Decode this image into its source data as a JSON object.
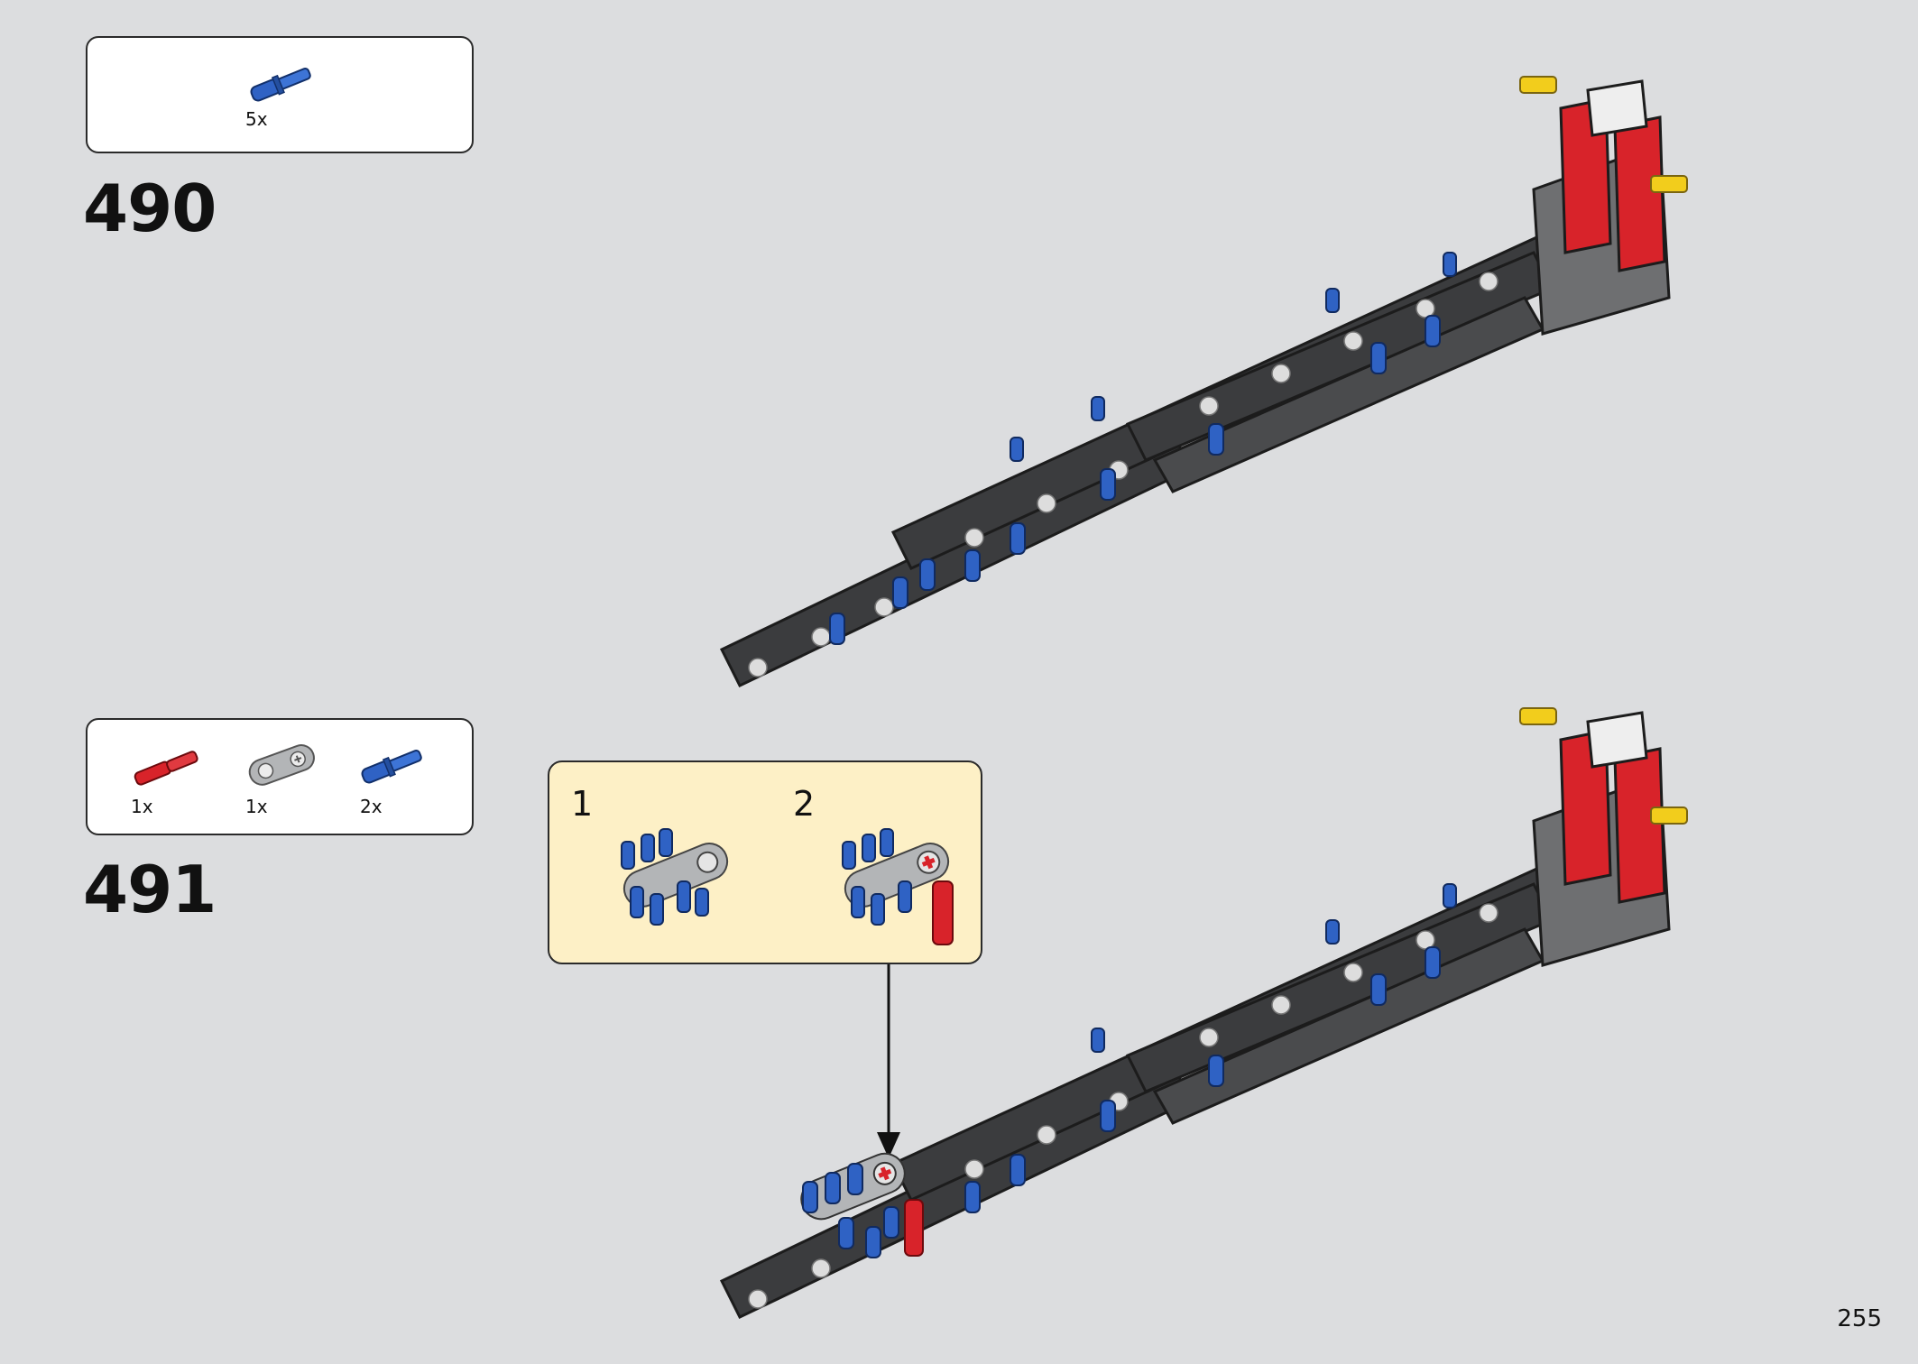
{
  "page": {
    "number": "255",
    "background": "#dcdddf"
  },
  "steps": [
    {
      "number": "490",
      "parts": [
        {
          "color": "blue",
          "kind": "pin-with-axle",
          "qty": "5x"
        }
      ]
    },
    {
      "number": "491",
      "parts": [
        {
          "color": "red",
          "kind": "axle-pin",
          "qty": "1x"
        },
        {
          "color": "light-gray",
          "kind": "cross-block",
          "qty": "1x"
        },
        {
          "color": "blue",
          "kind": "pin-with-axle",
          "qty": "2x"
        }
      ],
      "subassembly": {
        "steps": [
          {
            "number": "1"
          },
          {
            "number": "2"
          }
        ]
      }
    }
  ],
  "colors": {
    "blue": "#2f62c4",
    "red": "#d8232a",
    "light_gray": "#a9abad",
    "dark_gray": "#3b3c3e",
    "yellow": "#f2cd1c",
    "callout": "#fdf0c6"
  }
}
